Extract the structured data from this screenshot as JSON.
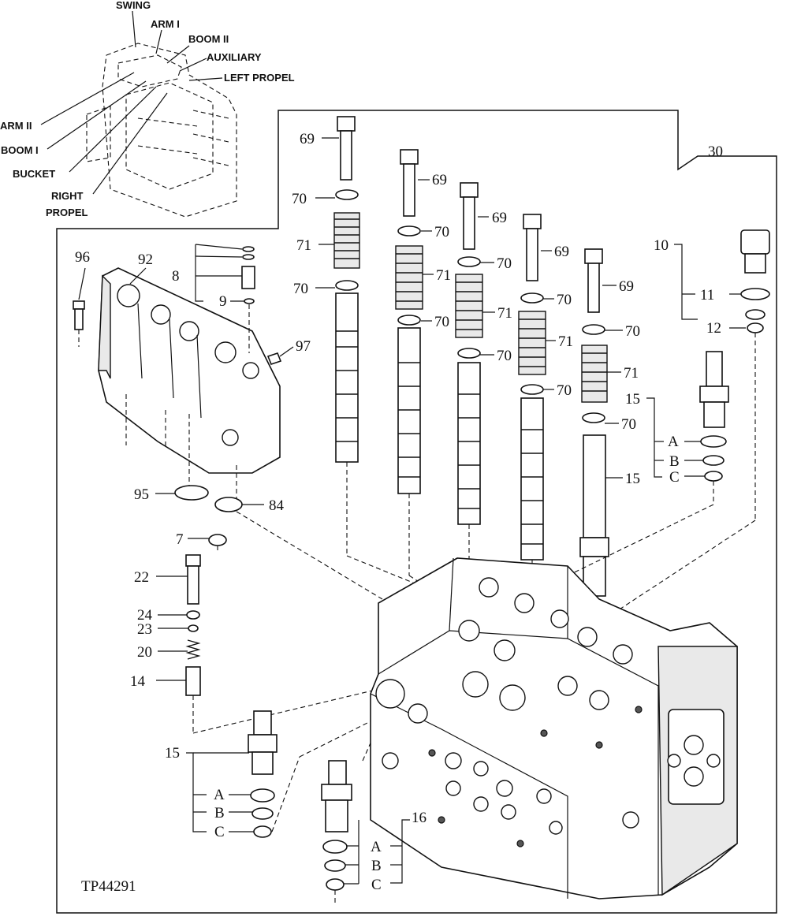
{
  "figure_id": "TP44291",
  "function_labels": {
    "swing": "SWING",
    "arm1": "ARM I",
    "boom2": "BOOM II",
    "auxiliary": "AUXILIARY",
    "left_propel": "LEFT PROPEL",
    "arm2": "ARM II",
    "boom1": "BOOM I",
    "bucket": "BUCKET",
    "right_propel_1": "RIGHT",
    "right_propel_2": "PROPEL"
  },
  "callouts": {
    "c69": "69",
    "c70": "70",
    "c71": "71",
    "c30": "30",
    "c10": "10",
    "c11": "11",
    "c12": "12",
    "c15": "15",
    "cA": "A",
    "cB": "B",
    "cC": "C",
    "c96": "96",
    "c92": "92",
    "c8": "8",
    "c9": "9",
    "c97": "97",
    "c95": "95",
    "c84": "84",
    "c7": "7",
    "c22": "22",
    "c24": "24",
    "c23": "23",
    "c20": "20",
    "c14": "14",
    "c16": "16"
  }
}
